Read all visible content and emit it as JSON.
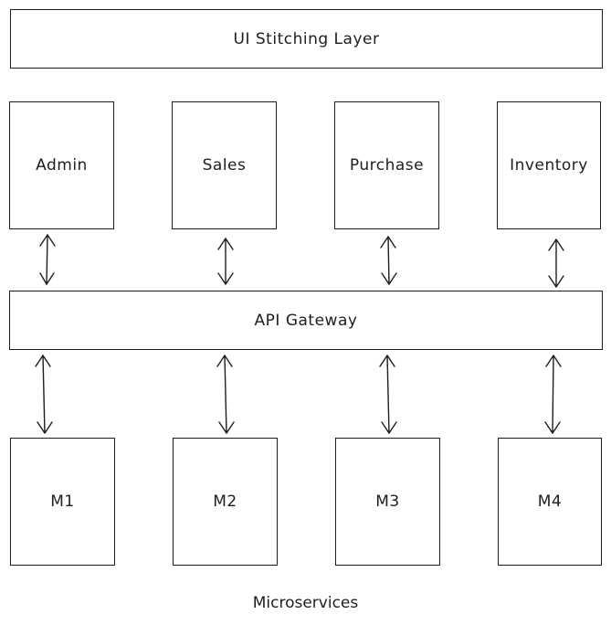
{
  "diagram": {
    "top_layer": {
      "label": "UI Stitching Layer"
    },
    "frontends": [
      {
        "label": "Admin"
      },
      {
        "label": "Sales"
      },
      {
        "label": "Purchase"
      },
      {
        "label": "Inventory"
      }
    ],
    "gateway": {
      "label": "API Gateway"
    },
    "microservices": [
      {
        "label": "M1"
      },
      {
        "label": "M2"
      },
      {
        "label": "M3"
      },
      {
        "label": "M4"
      }
    ],
    "caption": "Microservices"
  }
}
